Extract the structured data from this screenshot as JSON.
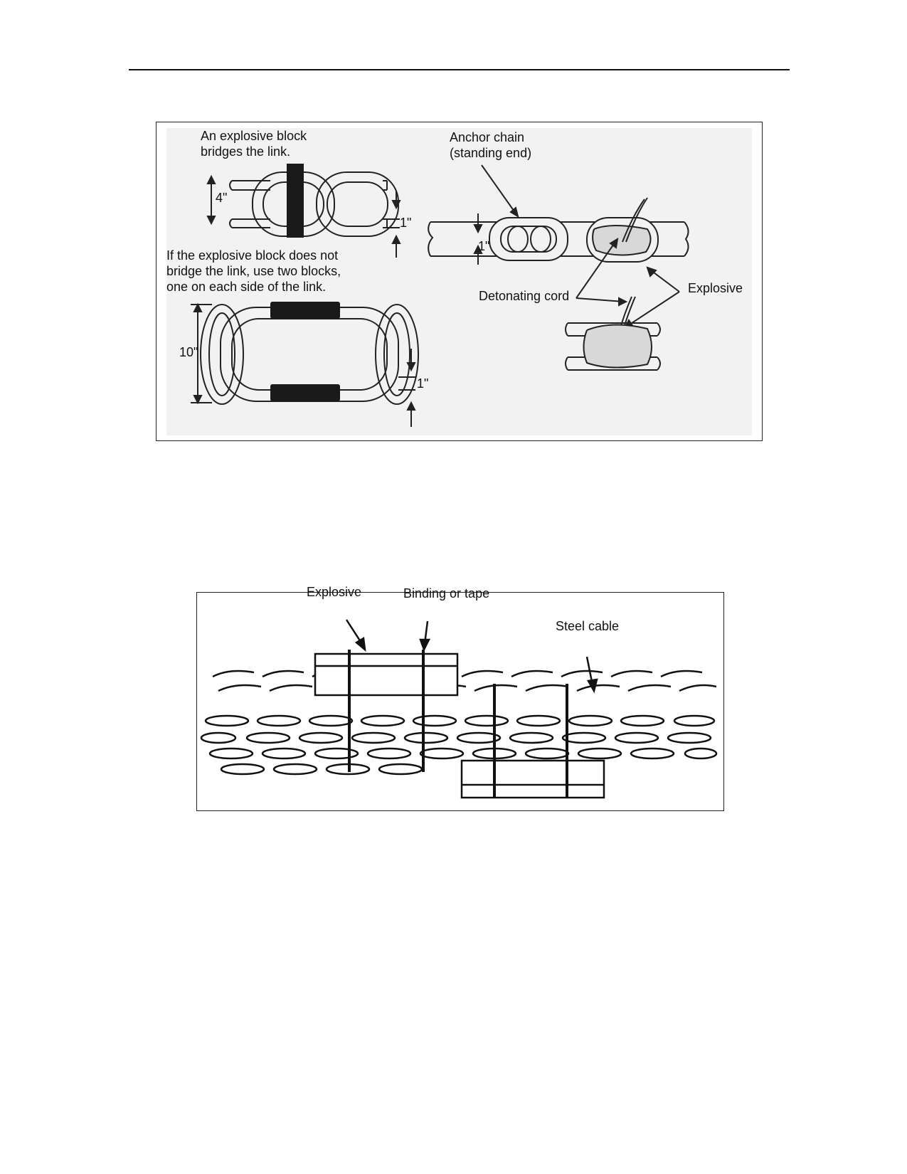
{
  "figure1": {
    "block_bridges_label": "An explosive block\nbridges the link.",
    "two_blocks_label": "If the explosive block does not\nbridge the link, use two blocks,\none on each side of the link.",
    "anchor_chain_label": "Anchor chain\n(standing end)",
    "detonating_cord_label": "Detonating cord",
    "explosive_label": "Explosive",
    "dim_4in": "4\"",
    "dim_1in_a": "1\"",
    "dim_10in": "10\"",
    "dim_1in_b": "1\"",
    "dim_1in_c": "1\""
  },
  "figure2": {
    "explosive_label": "Explosive",
    "binding_label": "Binding or tape",
    "steel_cable_label": "Steel cable"
  }
}
